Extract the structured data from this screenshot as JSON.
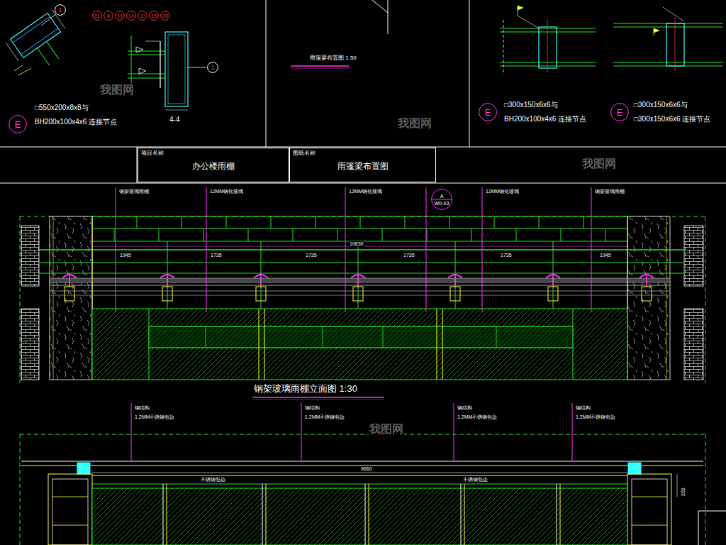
{
  "diagram": {
    "title": "钢架玻璃雨棚立面图 1:30",
    "nodes": [
      {
        "text": [
          "1"
        ]
      },
      {
        "text": [
          "1"
        ]
      },
      {
        "text": [
          "21"
        ]
      },
      {
        "text": [
          "8"
        ]
      },
      {
        "text": [
          "11"
        ]
      },
      {
        "text": [
          "14"
        ]
      },
      {
        "text": [
          "17"
        ]
      },
      {
        "text": [
          "19"
        ]
      },
      {
        "text": [
          "20"
        ]
      },
      {
        "text": [
          "E"
        ]
      },
      {
        "text": [
          "E"
        ]
      },
      {
        "text": [
          "E"
        ]
      },
      {
        "text": [
          "A",
          "W0-03"
        ]
      },
      {
        "text": [
          "项目名称",
          "办公楼雨棚"
        ]
      },
      {
        "text": [
          "图纸名称",
          "雨篷梁布置图"
        ]
      }
    ],
    "labels": [
      "□550x200x8x8与",
      "BH200x100x4x6 连接节点",
      "4-4",
      "雨篷梁布置图 1:50",
      "□300x150x6x6与",
      "BH200x100x4x6 连接节点",
      "□300x150x6x6与",
      "□300x150x6x6 连接节点",
      "钢架玻璃雨棚",
      "12MM钢化玻璃",
      "12MM钢化玻璃",
      "12MM钢化玻璃",
      "钢架玻璃雨棚",
      "10830",
      "1945",
      "1735",
      "1735",
      "1735",
      "1735",
      "1945",
      "钢结构",
      "1.2MM不锈钢包边",
      "钢结构",
      "1.2MM不锈钢包边",
      "钢结构",
      "1.2MM不锈钢包边",
      "钢结构",
      "1.2MM不锈钢包边",
      "9660",
      "不锈钢包边",
      "不锈钢包边",
      "200",
      "我图网",
      "我图网",
      "我图网",
      "我图网"
    ]
  }
}
